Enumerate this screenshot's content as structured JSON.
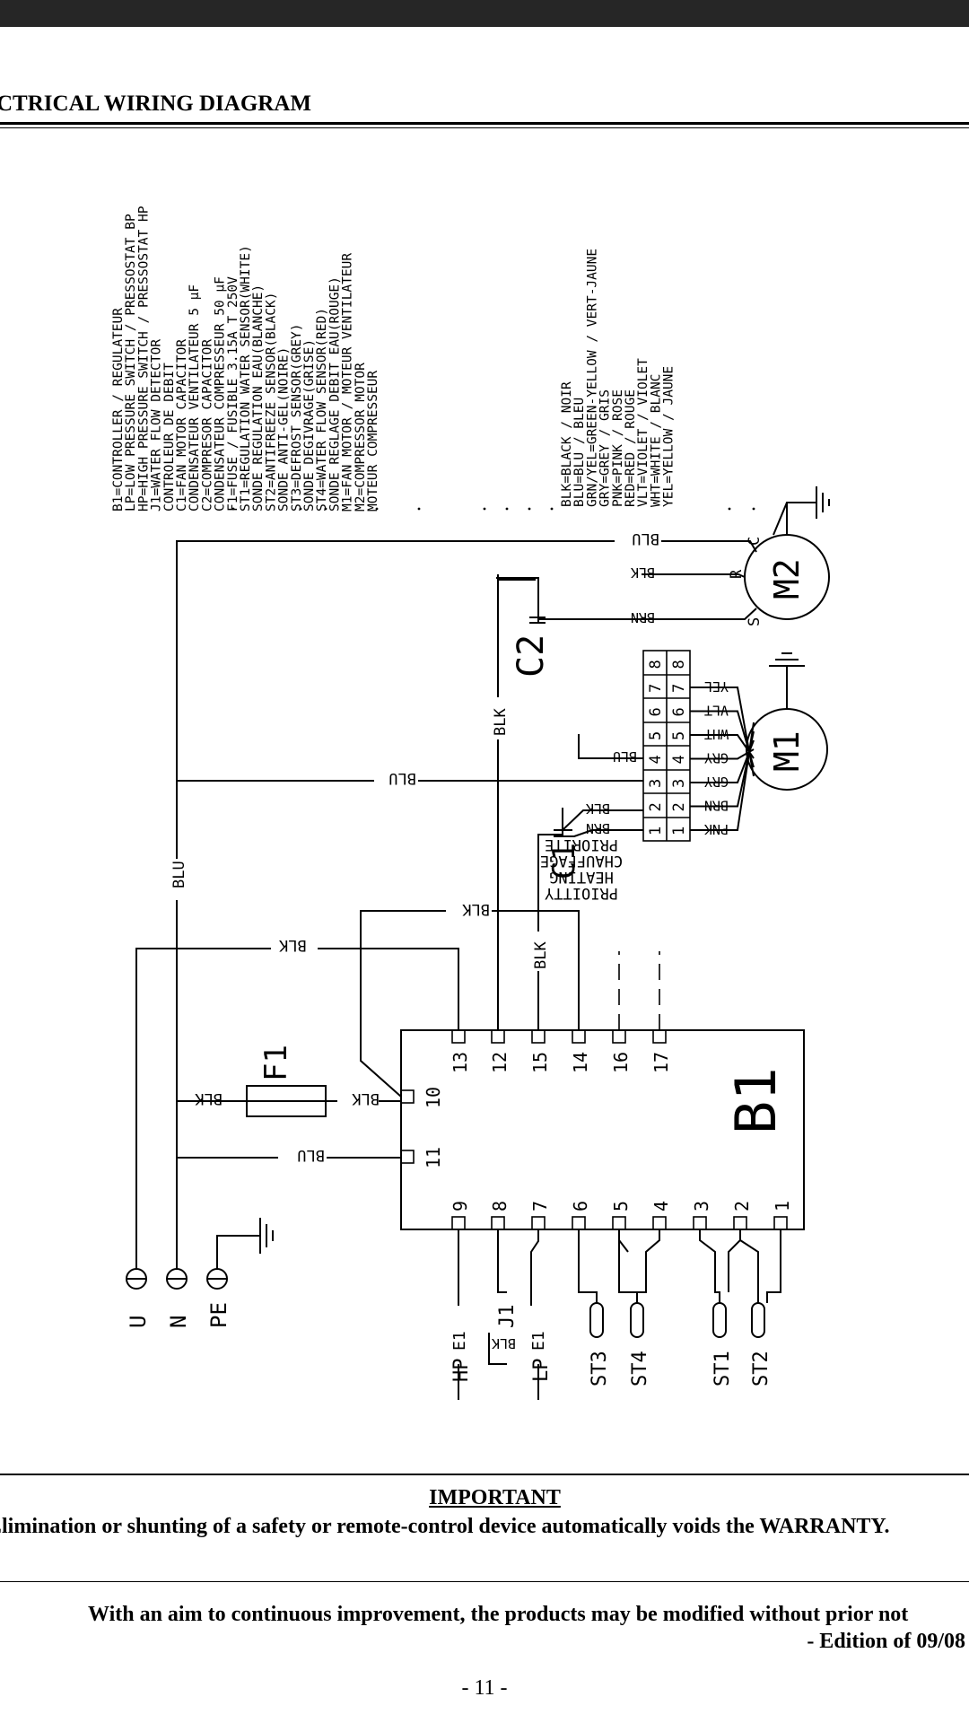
{
  "header": {
    "title": "CTRICAL WIRING DIAGRAM"
  },
  "legend": {
    "components": [
      "B1=CONTROLLER / REGULATEUR",
      "LP=LOW PRESSURE SWITCH / PRESSOSTAT BP",
      "HP=HIGH PRESSURE SWITCH / PRESSOSTAT HP",
      "J1=WATER FLOW DETECTOR",
      "    CONTROLEUR DE DEBIT",
      "C1=FAN MOTOR CAPACITOR",
      "    CONDENSATEUR VENTILATEUR  5 µF",
      "C2=COMPRESOR CAPACITOR",
      "    CONDENSATEUR COMPRESSEUR 50 µF",
      "F1=FUSE / FUSIBLE 3.15A T 250V",
      "ST1=REGULATION WATER SENSOR(WHITE)",
      "    SONDE REGULATION EAU(BLANCHE)",
      "ST2=ANTIFREEZE SENSOR(BLACK)",
      "    SONDE ANTI-GEL(NOIRE)",
      "ST3=DEFROST SENSOR(GREY)",
      "    SONDE DEGIVRAGE(GRISE)",
      "ST4=WATER FLOW SENSOR(RED)",
      "    SONDE REGLAGE DEBIT EAU(ROUGE)",
      "M1=FAN MOTOR / MOTEUR VENTILATEUR",
      "M2=COMPRESSOR MOTOR",
      "    MOTEUR COMPRESSEUR"
    ],
    "colors": [
      "BLK=BLACK / NOIR",
      "BLU=BLU / BLEU",
      "GRN/YEL=GREEN-YELLOW / VERT-JAUNE",
      "GRY=GREY / GRIS",
      "PNK=PINK / ROSE",
      "RED=RED / ROUGE",
      "VLT=VIOLET / VIOLET",
      "WHT=WHITE / BLANC",
      "YEL=YELLOW / JAUNE"
    ]
  },
  "diagram": {
    "controller_label": "B1",
    "terminals_top": [
      "13",
      "12",
      "15",
      "14",
      "16",
      "17"
    ],
    "terminals_left": [
      "10",
      "11"
    ],
    "terminals_bottom": [
      "9",
      "8",
      "7",
      "6",
      "5",
      "4",
      "3",
      "2",
      "1"
    ],
    "supply": [
      "U",
      "N",
      "PE"
    ],
    "fuse": "F1",
    "capacitor_fan": "C1",
    "capacitor_comp": "C2",
    "motor_fan": "M1",
    "motor_comp": "M2",
    "comp_terminals": [
      "S",
      "R",
      "C"
    ],
    "priority": [
      "PRIORITE",
      "CHAUFFAGE",
      "HEATING",
      "PRIOITTY"
    ],
    "sensors": [
      "HP",
      "LP",
      "J1",
      "ST3",
      "ST4",
      "ST1",
      "ST2"
    ],
    "e1": "E1",
    "block_numbers": [
      "1",
      "2",
      "3",
      "4",
      "5",
      "6",
      "7",
      "8"
    ],
    "m1_wires": [
      "PNK",
      "BRN",
      "GRY",
      "GRY",
      "WHT",
      "VLT",
      "YEL"
    ],
    "wire_labels": {
      "blk": "BLK",
      "blu": "BLU",
      "brn": "BRN"
    }
  },
  "footer": {
    "important": "IMPORTANT",
    "warning": "Elimination or shunting of a safety or remote-control device automatically voids the WARRANTY.",
    "improvement": "With an aim to continuous improvement, the products may be modified without prior not",
    "edition": "- Edition of 09/08",
    "page": "- 11 -"
  }
}
